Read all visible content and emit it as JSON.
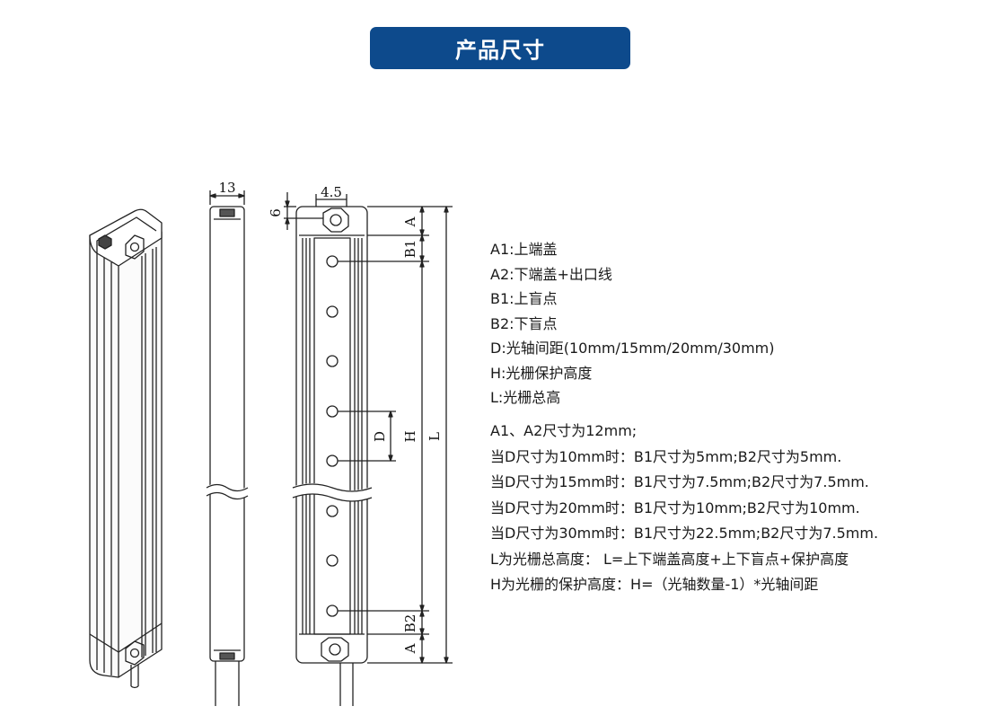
{
  "header": {
    "title": "产品尺寸"
  },
  "dimensions": {
    "width": "13",
    "hole": "4.5",
    "top": "6",
    "a_top": "A",
    "b1": "B1",
    "d": "D",
    "h": "H",
    "l": "L",
    "b2": "B2",
    "a_bottom": "A"
  },
  "legend": [
    "A1:上端盖",
    "A2:下端盖+出口线",
    "B1:上盲点",
    "B2:下盲点",
    "D:光轴间距(10mm/15mm/20mm/30mm)",
    "H:光栅保护高度",
    "L:光栅总高"
  ],
  "notes": [
    "A1、A2尺寸为12mm;",
    "当D尺寸为10mm时：B1尺寸为5mm;B2尺寸为5mm.",
    "当D尺寸为15mm时：B1尺寸为7.5mm;B2尺寸为7.5mm.",
    "当D尺寸为20mm时：B1尺寸为10mm;B2尺寸为10mm.",
    "当D尺寸为30mm时：B1尺寸为22.5mm;B2尺寸为7.5mm.",
    "L为光栅总高度： L=上下端盖高度+上下盲点+保护高度",
    "H为光栅的保护高度：H=（光轴数量-1）*光轴间距"
  ]
}
